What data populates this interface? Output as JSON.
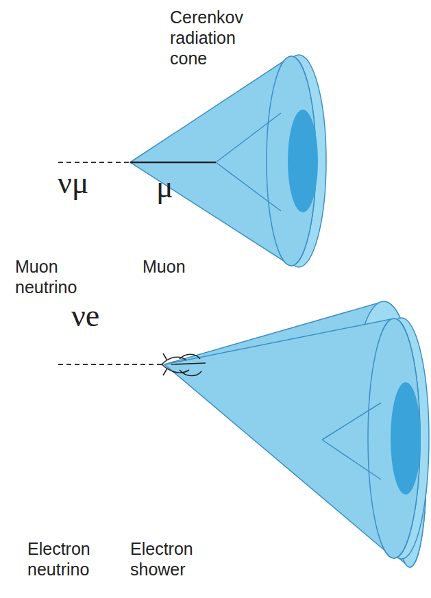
{
  "diagram": {
    "labels": [
      "Cerenkov radiation cone",
      "νμ",
      "μ",
      "Muon neutrino",
      "Muon",
      "νe",
      "Electron neutrino",
      "Electron shower"
    ]
  }
}
